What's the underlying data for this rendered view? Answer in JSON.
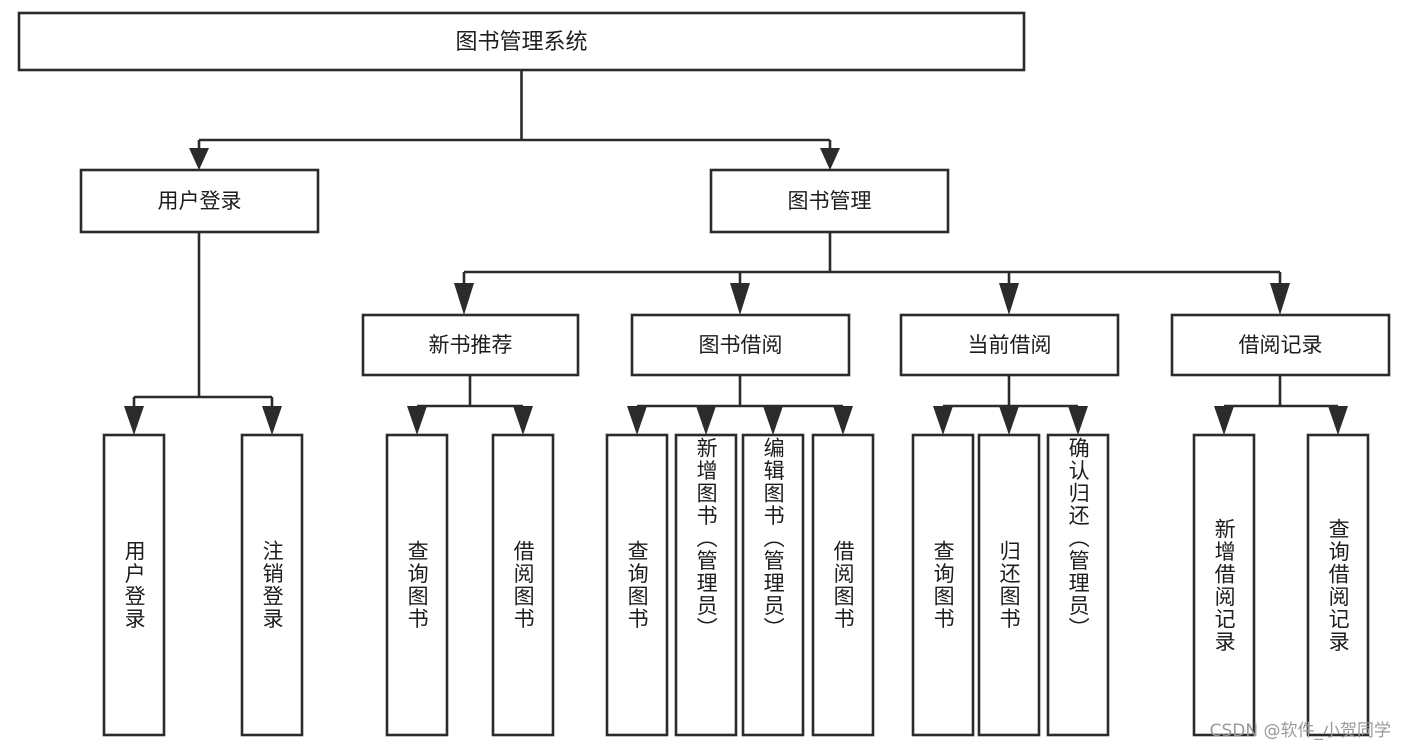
{
  "chart_data": {
    "type": "diagram",
    "subtype": "tree-hierarchy-function-structure",
    "title": "图书管理系统",
    "orientation": "top-down",
    "edge_style": "orthogonal-elbow-with-arrowheads",
    "colors": {
      "box_stroke": "#2b2b2b",
      "box_fill": "#ffffff",
      "text": "#1d1d1d",
      "connector": "#2b2b2b",
      "background": "#ffffff",
      "watermark": "#9a9a9a"
    },
    "levels": 4,
    "nodes": [
      {
        "id": "root",
        "label": "图书管理系统",
        "level": 0,
        "parent": null,
        "orientation": "horizontal"
      },
      {
        "id": "user-login",
        "label": "用户登录",
        "level": 1,
        "parent": "root",
        "orientation": "horizontal"
      },
      {
        "id": "book-manage",
        "label": "图书管理",
        "level": 1,
        "parent": "root",
        "orientation": "horizontal"
      },
      {
        "id": "login-do",
        "label": "用户登录",
        "level": 2,
        "parent": "user-login",
        "orientation": "vertical"
      },
      {
        "id": "logout-do",
        "label": "注销登录",
        "level": 2,
        "parent": "user-login",
        "orientation": "vertical"
      },
      {
        "id": "new-book-rec",
        "label": "新书推荐",
        "level": 2,
        "parent": "book-manage",
        "orientation": "horizontal"
      },
      {
        "id": "book-borrow",
        "label": "图书借阅",
        "level": 2,
        "parent": "book-manage",
        "orientation": "horizontal"
      },
      {
        "id": "current-borrow",
        "label": "当前借阅",
        "level": 2,
        "parent": "book-manage",
        "orientation": "horizontal"
      },
      {
        "id": "borrow-record",
        "label": "借阅记录",
        "level": 2,
        "parent": "book-manage",
        "orientation": "horizontal"
      },
      {
        "id": "rec-query-book",
        "label": "查询图书",
        "level": 3,
        "parent": "new-book-rec",
        "orientation": "vertical"
      },
      {
        "id": "rec-borrow-book",
        "label": "借阅图书",
        "level": 3,
        "parent": "new-book-rec",
        "orientation": "vertical"
      },
      {
        "id": "bor-query-book",
        "label": "查询图书",
        "level": 3,
        "parent": "book-borrow",
        "orientation": "vertical"
      },
      {
        "id": "bor-add-book",
        "label": "新增图书（管理员）",
        "level": 3,
        "parent": "book-borrow",
        "orientation": "vertical"
      },
      {
        "id": "bor-edit-book",
        "label": "编辑图书（管理员）",
        "level": 3,
        "parent": "book-borrow",
        "orientation": "vertical"
      },
      {
        "id": "bor-borrow-book",
        "label": "借阅图书",
        "level": 3,
        "parent": "book-borrow",
        "orientation": "vertical"
      },
      {
        "id": "cur-query-book",
        "label": "查询图书",
        "level": 3,
        "parent": "current-borrow",
        "orientation": "vertical"
      },
      {
        "id": "cur-return-book",
        "label": "归还图书",
        "level": 3,
        "parent": "current-borrow",
        "orientation": "vertical"
      },
      {
        "id": "cur-confirm-return",
        "label": "确认归还（管理员）",
        "level": 3,
        "parent": "current-borrow",
        "orientation": "vertical"
      },
      {
        "id": "rec-add-record",
        "label": "新增借阅记录",
        "level": 3,
        "parent": "borrow-record",
        "orientation": "vertical"
      },
      {
        "id": "rec-query-record",
        "label": "查询借阅记录",
        "level": 3,
        "parent": "borrow-record",
        "orientation": "vertical"
      }
    ],
    "edges": [
      {
        "from": "root",
        "to": "user-login"
      },
      {
        "from": "root",
        "to": "book-manage"
      },
      {
        "from": "user-login",
        "to": "login-do"
      },
      {
        "from": "user-login",
        "to": "logout-do"
      },
      {
        "from": "book-manage",
        "to": "new-book-rec"
      },
      {
        "from": "book-manage",
        "to": "book-borrow"
      },
      {
        "from": "book-manage",
        "to": "current-borrow"
      },
      {
        "from": "book-manage",
        "to": "borrow-record"
      },
      {
        "from": "new-book-rec",
        "to": "rec-query-book"
      },
      {
        "from": "new-book-rec",
        "to": "rec-borrow-book"
      },
      {
        "from": "book-borrow",
        "to": "bor-query-book"
      },
      {
        "from": "book-borrow",
        "to": "bor-add-book"
      },
      {
        "from": "book-borrow",
        "to": "bor-edit-book"
      },
      {
        "from": "book-borrow",
        "to": "bor-borrow-book"
      },
      {
        "from": "current-borrow",
        "to": "cur-query-book"
      },
      {
        "from": "current-borrow",
        "to": "cur-return-book"
      },
      {
        "from": "current-borrow",
        "to": "cur-confirm-return"
      },
      {
        "from": "borrow-record",
        "to": "rec-add-record"
      },
      {
        "from": "borrow-record",
        "to": "rec-query-record"
      }
    ]
  },
  "diagram": {
    "root": {
      "label": "图书管理系统"
    },
    "level1": {
      "user_login": "用户登录",
      "book_manage": "图书管理"
    },
    "level2": {
      "login_do": "用户登录",
      "logout_do": "注销登录",
      "new_book_rec": "新书推荐",
      "book_borrow": "图书借阅",
      "current_borrow": "当前借阅",
      "borrow_record": "借阅记录"
    },
    "level3": {
      "rec_query_book": "查询图书",
      "rec_borrow_book": "借阅图书",
      "bor_query_book": "查询图书",
      "bor_add_book": "新增图书（管理员）",
      "bor_edit_book": "编辑图书（管理员）",
      "bor_borrow_book": "借阅图书",
      "cur_query_book": "查询图书",
      "cur_return_book": "归还图书",
      "cur_confirm_return": "确认归还（管理员）",
      "rec_add_record": "新增借阅记录",
      "rec_query_record": "查询借阅记录"
    }
  },
  "watermark": {
    "text": "CSDN @软件_小贺同学"
  }
}
